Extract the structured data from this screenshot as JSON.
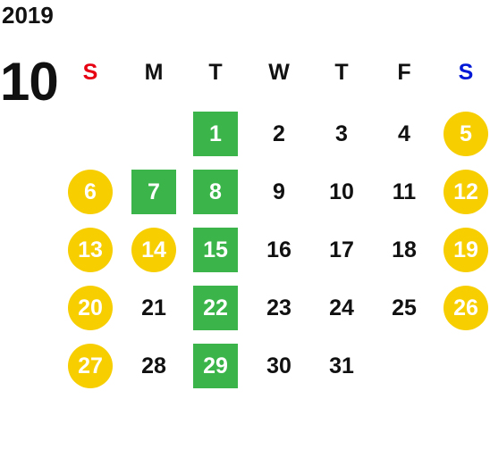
{
  "year": "2019",
  "month": "10",
  "colors": {
    "sunday": "#E60012",
    "saturday": "#0019D6",
    "holiday_circle": "#F7CE00",
    "highlight_square": "#3BB54A",
    "text": "#111111"
  },
  "weekdays": [
    {
      "label": "S",
      "color": "#E60012"
    },
    {
      "label": "M",
      "color": "#111111"
    },
    {
      "label": "T",
      "color": "#111111"
    },
    {
      "label": "W",
      "color": "#111111"
    },
    {
      "label": "T",
      "color": "#111111"
    },
    {
      "label": "F",
      "color": "#111111"
    },
    {
      "label": "S",
      "color": "#0019D6"
    }
  ],
  "weeks": [
    [
      null,
      null,
      {
        "d": "1",
        "style": "square"
      },
      {
        "d": "2"
      },
      {
        "d": "3"
      },
      {
        "d": "4"
      },
      {
        "d": "5",
        "style": "circle"
      }
    ],
    [
      {
        "d": "6",
        "style": "circle"
      },
      {
        "d": "7",
        "style": "square"
      },
      {
        "d": "8",
        "style": "square"
      },
      {
        "d": "9"
      },
      {
        "d": "10"
      },
      {
        "d": "11"
      },
      {
        "d": "12",
        "style": "circle"
      }
    ],
    [
      {
        "d": "13",
        "style": "circle"
      },
      {
        "d": "14",
        "style": "circle"
      },
      {
        "d": "15",
        "style": "square"
      },
      {
        "d": "16"
      },
      {
        "d": "17"
      },
      {
        "d": "18"
      },
      {
        "d": "19",
        "style": "circle"
      }
    ],
    [
      {
        "d": "20",
        "style": "circle"
      },
      {
        "d": "21"
      },
      {
        "d": "22",
        "style": "square"
      },
      {
        "d": "23"
      },
      {
        "d": "24"
      },
      {
        "d": "25"
      },
      {
        "d": "26",
        "style": "circle"
      }
    ],
    [
      {
        "d": "27",
        "style": "circle"
      },
      {
        "d": "28"
      },
      {
        "d": "29",
        "style": "square"
      },
      {
        "d": "30"
      },
      {
        "d": "31"
      },
      null,
      null
    ]
  ]
}
